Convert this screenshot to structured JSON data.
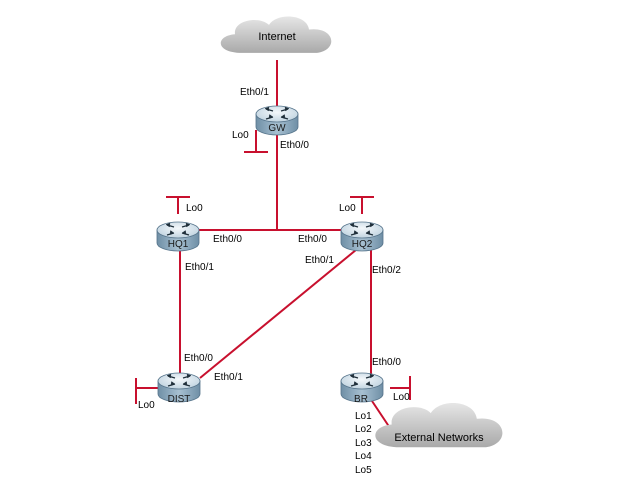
{
  "colors": {
    "link": "#c8102e",
    "router_body": "#8aa8bd",
    "router_top": "#dfe9f0",
    "cloud": "#c8c8c8"
  },
  "clouds": {
    "internet": "Internet",
    "external": "External Networks"
  },
  "routers": {
    "gw": "GW",
    "hq1": "HQ1",
    "hq2": "HQ2",
    "dist": "DIST",
    "br": "BR"
  },
  "interfaces": {
    "gw_eth01": "Eth0/1",
    "gw_lo0": "Lo0",
    "gw_eth00": "Eth0/0",
    "hq1_lo0": "Lo0",
    "hq1_eth00": "Eth0/0",
    "hq1_eth01": "Eth0/1",
    "hq2_lo0": "Lo0",
    "hq2_eth00": "Eth0/0",
    "hq2_eth01": "Eth0/1",
    "hq2_eth02": "Eth0/2",
    "dist_eth00": "Eth0/0",
    "dist_eth01": "Eth0/1",
    "dist_lo0": "Lo0",
    "br_eth00": "Eth0/0",
    "br_lo0": "Lo0",
    "br_lo1": "Lo1",
    "br_lo2": "Lo2",
    "br_lo3": "Lo3",
    "br_lo4": "Lo4",
    "br_lo5": "Lo5"
  }
}
